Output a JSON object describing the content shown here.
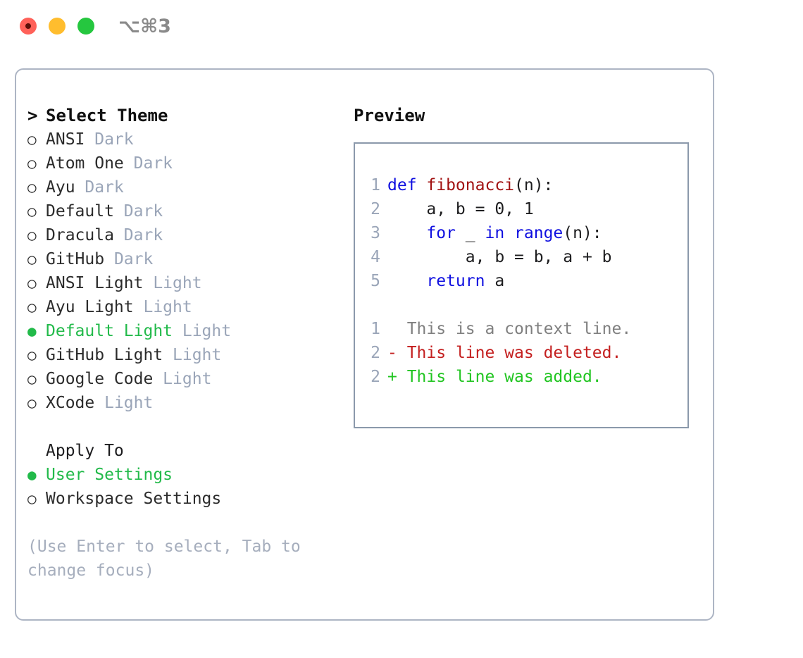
{
  "titlebar": {
    "shortcut": "⌥⌘3",
    "lights": [
      {
        "name": "close",
        "color": "#ff6159"
      },
      {
        "name": "minimize",
        "color": "#ffbd2e"
      },
      {
        "name": "zoom",
        "color": "#25c73f"
      }
    ]
  },
  "colors": {
    "selected_green": "#22ba4a",
    "badge_gray": "#9aa5b8",
    "hint_gray": "#a6aebd",
    "panel_border": "#adb5c4",
    "preview_border": "#8b99ab",
    "keyword_blue": "#0f0fe0",
    "function_red": "#a11111",
    "diff_deleted": "#c42020",
    "diff_added": "#22c522",
    "diff_context": "#808080"
  },
  "theme_list": {
    "header_prefix": ">",
    "header_label": "Select Theme",
    "bullet_selected": "●",
    "bullet_unselected": "○",
    "items": [
      {
        "name": "ANSI",
        "badge": "Dark",
        "selected": false
      },
      {
        "name": "Atom One",
        "badge": "Dark",
        "selected": false
      },
      {
        "name": "Ayu",
        "badge": "Dark",
        "selected": false
      },
      {
        "name": "Default",
        "badge": "Dark",
        "selected": false
      },
      {
        "name": "Dracula",
        "badge": "Dark",
        "selected": false
      },
      {
        "name": "GitHub",
        "badge": "Dark",
        "selected": false
      },
      {
        "name": "ANSI Light",
        "badge": "Light",
        "selected": false
      },
      {
        "name": "Ayu Light",
        "badge": "Light",
        "selected": false
      },
      {
        "name": "Default Light",
        "badge": "Light",
        "selected": true
      },
      {
        "name": "GitHub Light",
        "badge": "Light",
        "selected": false
      },
      {
        "name": "Google Code",
        "badge": "Light",
        "selected": false
      },
      {
        "name": "XCode",
        "badge": "Light",
        "selected": false
      }
    ]
  },
  "apply_to": {
    "header_label": "Apply To",
    "items": [
      {
        "name": "User Settings",
        "selected": true
      },
      {
        "name": "Workspace Settings",
        "selected": false
      }
    ]
  },
  "hint": {
    "text": "(Use Enter to select, Tab to change focus)"
  },
  "preview": {
    "title": "Preview",
    "code_lines": [
      {
        "no": "1",
        "tokens": [
          {
            "t": "def ",
            "c": "kw"
          },
          {
            "t": "fibonacci",
            "c": "fn"
          },
          {
            "t": "(n):",
            "c": "pl"
          }
        ]
      },
      {
        "no": "2",
        "tokens": [
          {
            "t": "    a, b = 0, 1",
            "c": "pl"
          }
        ]
      },
      {
        "no": "3",
        "tokens": [
          {
            "t": "    ",
            "c": "pl"
          },
          {
            "t": "for",
            "c": "kw"
          },
          {
            "t": " _ ",
            "c": "pl"
          },
          {
            "t": "in range",
            "c": "kw"
          },
          {
            "t": "(n):",
            "c": "pl"
          }
        ]
      },
      {
        "no": "4",
        "tokens": [
          {
            "t": "        a, b = b, a + b",
            "c": "pl"
          }
        ]
      },
      {
        "no": "5",
        "tokens": [
          {
            "t": "    ",
            "c": "pl"
          },
          {
            "t": "return",
            "c": "kw"
          },
          {
            "t": " a",
            "c": "pl"
          }
        ]
      }
    ],
    "diff_lines": [
      {
        "no": "1",
        "marker": " ",
        "text": " This is a context line.",
        "c": "ctx"
      },
      {
        "no": "2",
        "marker": "-",
        "text": " This line was deleted.",
        "c": "del"
      },
      {
        "no": "2",
        "marker": "+",
        "text": " This line was added.",
        "c": "add"
      }
    ]
  }
}
